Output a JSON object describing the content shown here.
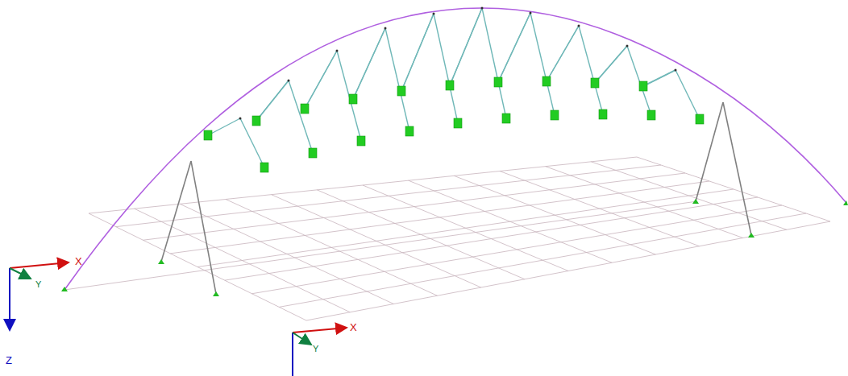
{
  "diagram": {
    "labels": [
      "X",
      "Y",
      "Z",
      "X",
      "Y"
    ]
  }
}
